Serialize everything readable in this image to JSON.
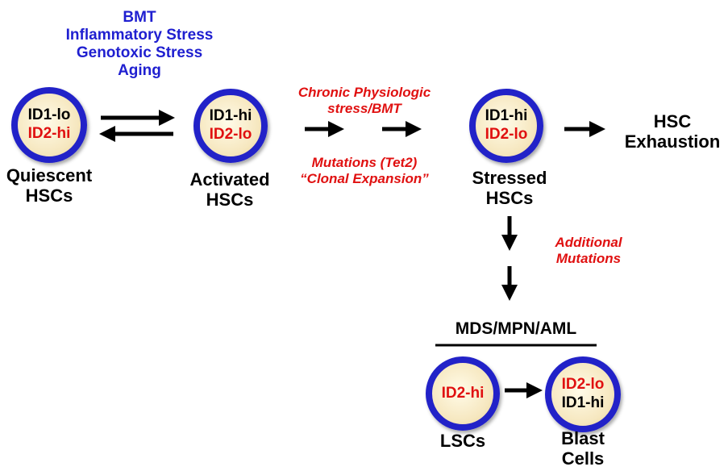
{
  "stressors": {
    "line1": "BMT",
    "line2": "Inflammatory Stress",
    "line3": "Genotoxic Stress",
    "line4": "Aging"
  },
  "quiescent": {
    "marker_top": "ID1-lo",
    "marker_bottom": "ID2-hi",
    "label_line1": "Quiescent",
    "label_line2": "HSCs"
  },
  "activated": {
    "marker_top": "ID1-hi",
    "marker_bottom": "ID2-lo",
    "label_line1": "Activated",
    "label_line2": "HSCs"
  },
  "chronic_stress": {
    "line1": "Chronic Physiologic",
    "line2": "stress/BMT"
  },
  "mutations": {
    "line1": "Mutations (Tet2)",
    "line2": "“Clonal Expansion”"
  },
  "stressed": {
    "marker_top": "ID1-hi",
    "marker_bottom": "ID2-lo",
    "label_line1": "Stressed",
    "label_line2": "HSCs"
  },
  "exhaustion": {
    "line1": "HSC",
    "line2": "Exhaustion"
  },
  "additional_mutations": {
    "line1": "Additional",
    "line2": "Mutations"
  },
  "disease_header": "MDS/MPN/AML",
  "lsc": {
    "marker": "ID2-hi",
    "label": "LSCs"
  },
  "blast": {
    "marker_top": "ID2-lo",
    "marker_bottom": "ID1-hi",
    "label_line1": "Blast",
    "label_line2": "Cells"
  },
  "colors": {
    "stressor_blue": "#1f1fd0",
    "annotation_red": "#e01010",
    "cell_border": "#2222c8",
    "cell_fill": "#f6e7bf"
  },
  "icons": [
    "arrow-right-icon",
    "arrow-left-icon",
    "arrow-down-icon"
  ]
}
